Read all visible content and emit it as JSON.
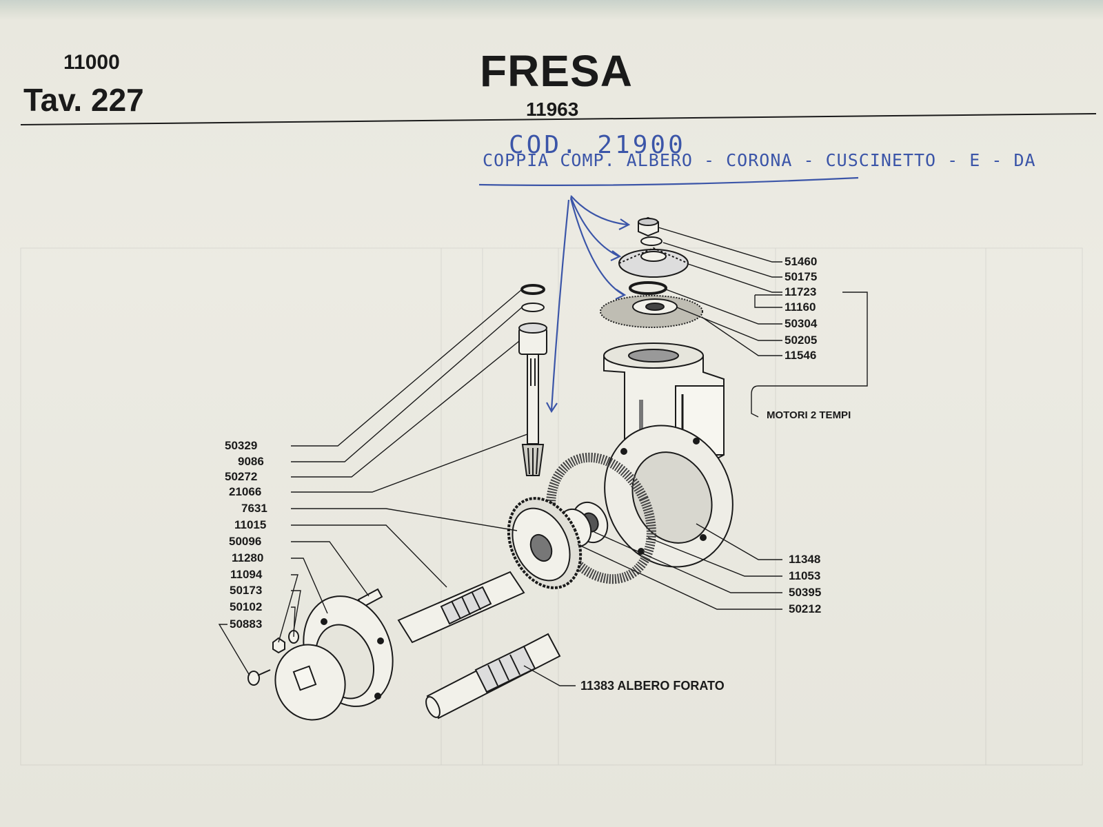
{
  "header": {
    "group_code": "11000",
    "table": "Tav. 227",
    "title": "FRESA",
    "assembly_code": "11963"
  },
  "handwritten": {
    "code": "COD. 21900",
    "description": "COPPIA COMP. ALBERO - CORONA - CUSCINETTO - E - DA"
  },
  "parts_right": [
    "51460",
    "50175",
    "11723",
    "11160",
    "50304",
    "50205",
    "11546"
  ],
  "group_note": "MOTORI 2 TEMPI",
  "parts_left": [
    "50329",
    "9086",
    "50272",
    "21066",
    "7631",
    "11015",
    "50096",
    "11280",
    "11094",
    "50173",
    "50102",
    "50883"
  ],
  "parts_lower_right": [
    "11348",
    "11053",
    "50395",
    "50212"
  ],
  "shaft_callout": "11383 ALBERO FORATO",
  "colors": {
    "ink": "#1a1a1a",
    "pen": "#3b55a8",
    "paper": "#ecebe3"
  }
}
